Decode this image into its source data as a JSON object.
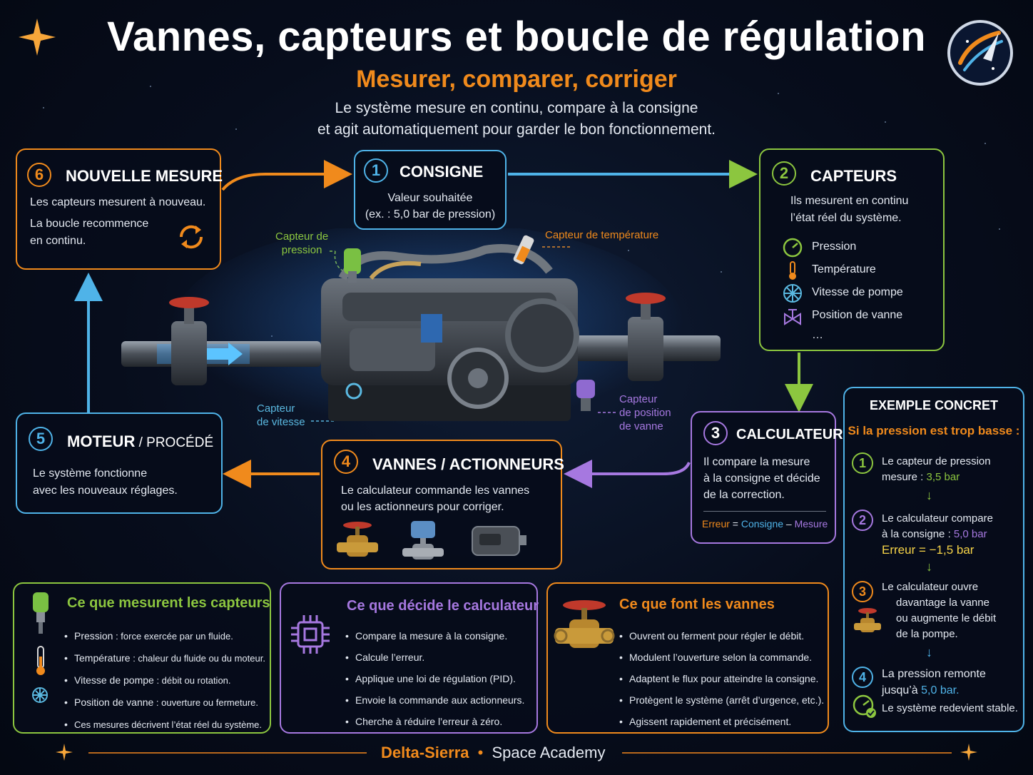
{
  "header": {
    "title": "Vannes, capteurs et boucle de régulation",
    "subtitle": "Mesurer, comparer, corriger",
    "intro_line1": "Le système mesure en continu, compare à la consigne",
    "intro_line2": "et agit automatiquement pour garder le bon fonctionnement."
  },
  "steps": {
    "s1": {
      "num": "1",
      "title": "CONSIGNE",
      "line1": "Valeur souhaitée",
      "line2": "(ex. : 5,0 bar de pression)"
    },
    "s2": {
      "num": "2",
      "title": "CAPTEURS",
      "line1": "Ils mesurent en continu",
      "line2": "l’état réel du système.",
      "items": [
        "Pression",
        "Température",
        "Vitesse de pompe",
        "Position de vanne"
      ],
      "more": "…"
    },
    "s3": {
      "num": "3",
      "title": "CALCULATEUR",
      "line1": "Il compare la mesure",
      "line2": "à la consigne et décide",
      "line3": "de la correction.",
      "f_err": "Erreur",
      "f_eq": "=",
      "f_cons": "Consigne",
      "f_minus": "–",
      "f_mes": "Mesure"
    },
    "s4": {
      "num": "4",
      "title": "VANNES / ACTIONNEURS",
      "line1": "Le calculateur commande les vannes",
      "line2": "ou les actionneurs pour corriger."
    },
    "s5": {
      "num": "5",
      "title_a": "MOTEUR",
      "title_b": " / PROCÉDÉ",
      "line1": "Le système fonctionne",
      "line2": "avec les nouveaux réglages."
    },
    "s6": {
      "num": "6",
      "title": "NOUVELLE MESURE",
      "line1": "Les capteurs mesurent à nouveau.",
      "line2": "La boucle recommence",
      "line3": "en continu."
    }
  },
  "machine_labels": {
    "pressure_a": "Capteur de",
    "pressure_b": "pression",
    "temperature": "Capteur de température",
    "speed_a": "Capteur",
    "speed_b": "de vitesse",
    "valvepos_a": "Capteur",
    "valvepos_b": "de position",
    "valvepos_c": "de vanne"
  },
  "example": {
    "title": "EXEMPLE CONCRET",
    "subtitle": "Si la pression est trop basse :",
    "e1_a": "Le capteur de pression",
    "e1_b": "mesure : ",
    "e1_val": "3,5 bar",
    "e2_a": "Le calculateur compare",
    "e2_b": "à la consigne : ",
    "e2_val": "5,0 bar",
    "e2_err": "Erreur = −1,5 bar",
    "e3_a": "Le calculateur ouvre",
    "e3_b": "davantage la vanne",
    "e3_c": "ou augmente le débit",
    "e3_d": "de la pompe.",
    "e4_a": "La pression remonte",
    "e4_b": "jusqu’à ",
    "e4_val": "5,0 bar.",
    "e4_c": "Le système redevient stable."
  },
  "bottom": {
    "b1": {
      "title": "Ce que mesurent les capteurs",
      "items": [
        {
          "k": "Pression",
          "v": " : force exercée par un fluide."
        },
        {
          "k": "Température",
          "v": " : chaleur du fluide ou du moteur."
        },
        {
          "k": "Vitesse de pompe",
          "v": " : débit ou rotation."
        },
        {
          "k": "Position de vanne",
          "v": " : ouverture ou fermeture."
        }
      ],
      "last": "Ces mesures décrivent l’état réel du système."
    },
    "b2": {
      "title": "Ce que décide le calculateur",
      "items": [
        "Compare la mesure à la consigne.",
        "Calcule l’erreur.",
        "Applique une loi de régulation (PID).",
        "Envoie la commande aux actionneurs.",
        "Cherche à réduire l’erreur à zéro."
      ]
    },
    "b3": {
      "title": "Ce que font les vannes",
      "items": [
        "Ouvrent ou ferment pour régler le débit.",
        "Modulent l’ouverture selon la commande.",
        "Adaptent le flux pour atteindre la consigne.",
        "Protègent le système (arrêt d’urgence, etc.).",
        "Agissent rapidement et précisément."
      ]
    }
  },
  "footer": {
    "brand": "Delta-Sierra",
    "dot": "•",
    "academy": "Space Academy"
  },
  "colors": {
    "orange": "#f08a1c",
    "blue": "#4fb3e8",
    "green": "#8cc63f",
    "purple": "#a678e0",
    "cyan": "#5ab8e0"
  }
}
